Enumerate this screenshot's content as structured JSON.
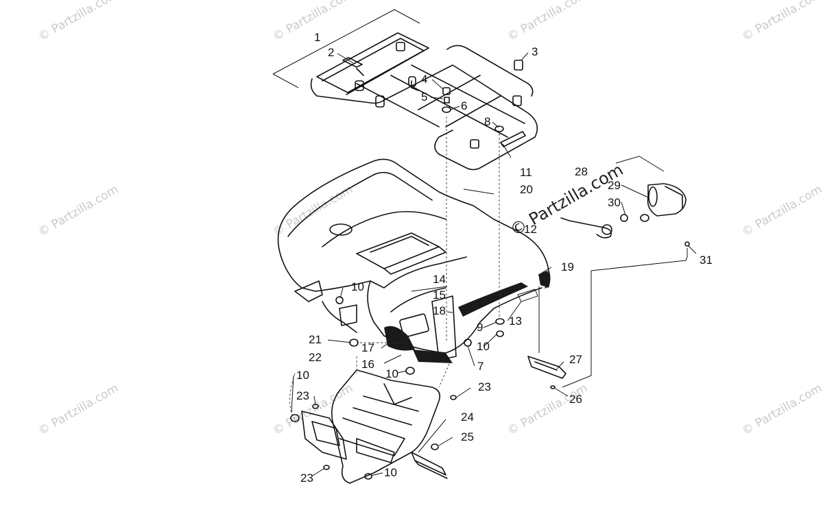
{
  "watermark": {
    "text": "© Partzilla.com",
    "center_text": "© Partzilla.com"
  },
  "callouts": {
    "c1": "1",
    "c2": "2",
    "c3": "3",
    "c4": "4",
    "c5": "5",
    "c6": "6",
    "c7": "7",
    "c8": "8",
    "c9": "9",
    "c10a": "10",
    "c10b": "10",
    "c10c": "10",
    "c10d": "10",
    "c10e": "10",
    "c11": "11",
    "c12": "12",
    "c13": "13",
    "c14": "14",
    "c15": "15",
    "c16": "16",
    "c17": "17",
    "c18": "18",
    "c19": "19",
    "c20": "20",
    "c21": "21",
    "c22": "22",
    "c23a": "23",
    "c23b": "23",
    "c23c": "23",
    "c24": "24",
    "c25": "25",
    "c26": "26",
    "c27": "27",
    "c28": "28",
    "c29": "29",
    "c30": "30",
    "c31": "31"
  }
}
